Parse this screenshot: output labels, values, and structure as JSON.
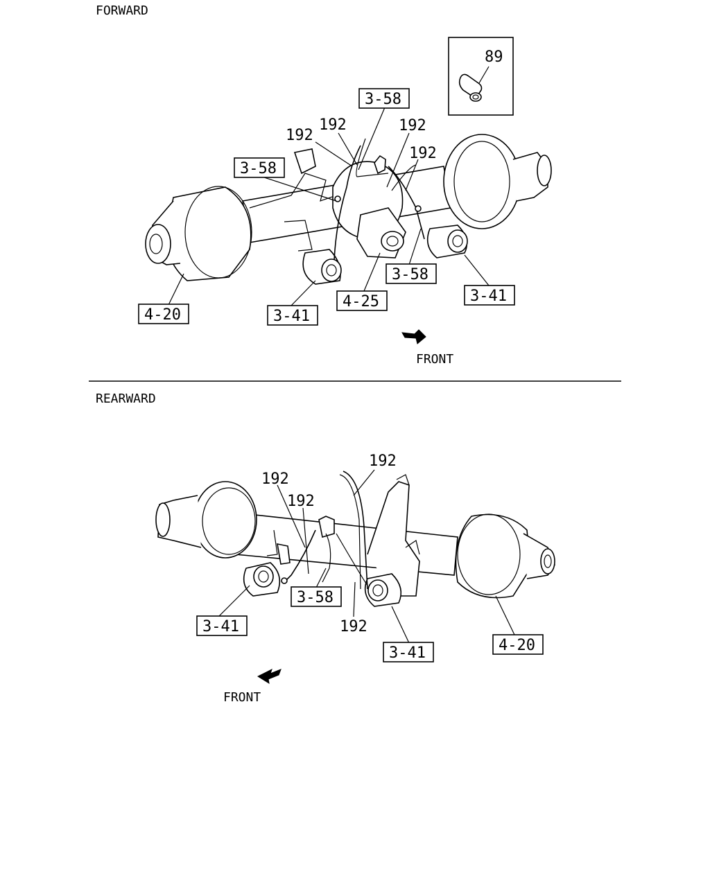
{
  "sections": {
    "forward": {
      "title": "FORWARD",
      "front": "FRONT"
    },
    "rearward": {
      "title": "REARWARD",
      "front": "FRONT"
    }
  },
  "callouts": {
    "f_3_58_top": "3-58",
    "f_3_58_left": "3-58",
    "f_3_58_right": "3-58",
    "f_4_20": "4-20",
    "f_3_41_left": "3-41",
    "f_3_41_right": "3-41",
    "f_4_25": "4-25",
    "r_3_41_left": "3-41",
    "r_3_58": "3-58",
    "r_3_41_right": "3-41",
    "r_4_20": "4-20"
  },
  "part_numbers": {
    "f_192_a": "192",
    "f_192_b": "192",
    "f_192_c": "192",
    "f_192_d": "192",
    "f_89": "89",
    "r_192_a": "192",
    "r_192_b": "192",
    "r_192_c": "192",
    "r_192_d": "192"
  }
}
